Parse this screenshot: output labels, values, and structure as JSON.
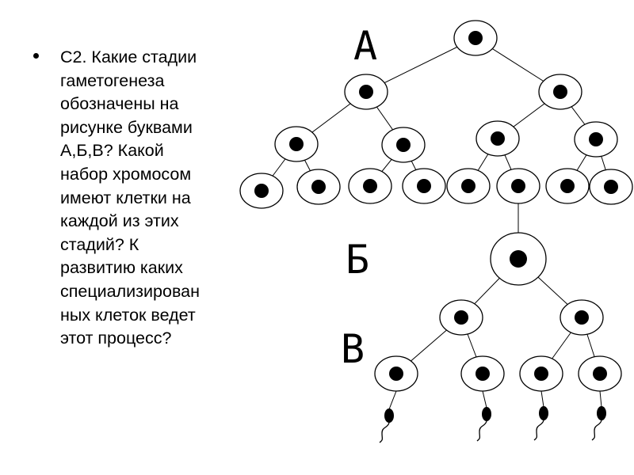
{
  "question": {
    "text": "С2. Какие стадии\nгаметогенеза\nобозначены на\nрисунке буквами\nА,Б,В? Какой\nнабор хромосом\nимеют клетки на\nкаждой из этих\nстадий? К\nразвитию каких\nспециализирован\nных клеток ведет\nэтот процесс?"
  },
  "stage_labels": {
    "a": "А",
    "b": "Б",
    "c": "В"
  },
  "colors": {
    "cell_stroke": "#000000",
    "cell_fill": "#ffffff",
    "nucleus": "#000000"
  }
}
